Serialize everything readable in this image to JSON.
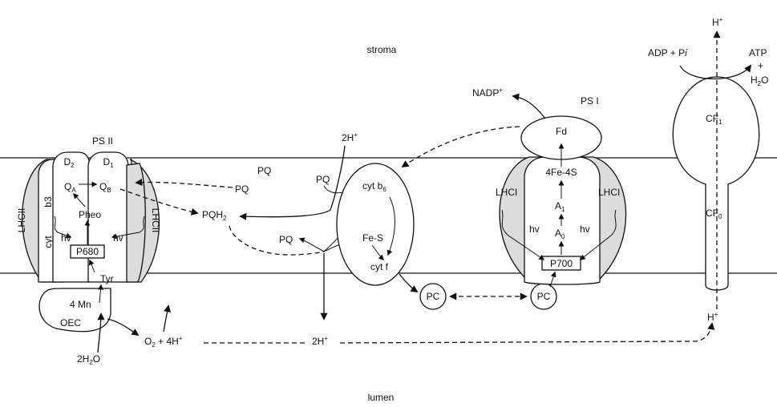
{
  "compartments": {
    "top": "stroma",
    "bottom": "lumen"
  },
  "psii": {
    "title": "PS II",
    "d2": "D",
    "d2_sub": "2",
    "d1": "D",
    "d1_sub": "1",
    "lhcii": "LHCII",
    "b3": "b3",
    "cyt": "cyt",
    "qa": "Q",
    "qa_sub": "A",
    "qb": "Q",
    "qb_sub": "B",
    "pheo": "Pheo",
    "hv": "hv",
    "p680": "P680",
    "tyr": "Tyr",
    "mn": "4 Mn",
    "oec": "OEC"
  },
  "water": {
    "main": "2H",
    "sub": "2",
    "tail": "O"
  },
  "oxygen": {
    "o2": "O",
    "o2_sub": "2",
    "plus": " + 4H",
    "sup": "+"
  },
  "pool": {
    "pq_top": "PQ",
    "pq_left": "PQ",
    "pqh2": "PQH",
    "pqh2_sub": "2",
    "pq_cyt": "PQ",
    "pq_lower": "PQ",
    "h_top": "2H",
    "h_top_sup": "+",
    "h_bottom": "2H",
    "h_bottom_sup": "+"
  },
  "cytb6f": {
    "b6": "cyt b",
    "b6_sub": "6",
    "fes": "Fe-S",
    "cytf": "cyt f"
  },
  "pc": {
    "left": "PC",
    "right": "PC"
  },
  "psi": {
    "title": "PS I",
    "nadp": "NADP",
    "nadp_sup": "+",
    "fd": "Fd",
    "fe4s": "4Fe-4S",
    "a1": "A",
    "a1_sub": "1",
    "a0": "A",
    "a0_sub": "0",
    "lhci": "LHCI",
    "hv": "hv",
    "p700": "P700"
  },
  "atp_synthase": {
    "h_top": "H",
    "h_top_sup": "+",
    "adp": "ADP + P",
    "pi_italic": "i",
    "atp": "ATP",
    "atp_plus": "+",
    "h2o": "H",
    "h2o_sub": "2",
    "h2o_tail": "O",
    "cf1": "CF",
    "cf1_sub": "1",
    "cf0": "CF",
    "cf0_sub": "0",
    "h_lumen": "H",
    "h_lumen_sup": "+"
  }
}
